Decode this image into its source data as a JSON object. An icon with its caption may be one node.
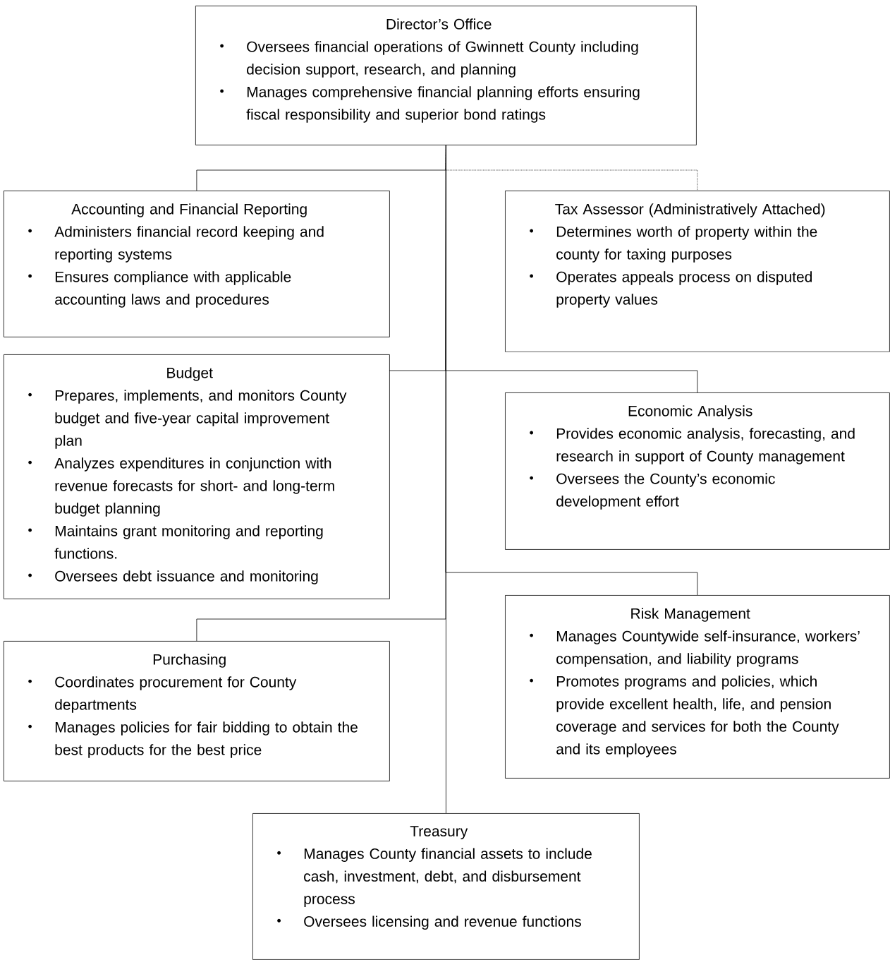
{
  "diagram": {
    "nodes": [
      {
        "text": [
          "Director’s Office",
          "Oversees financial operations of Gwinnett County including decision support, research, and planning",
          "Manages comprehensive financial planning efforts ensuring fiscal responsibility and superior bond ratings"
        ]
      },
      {
        "text": [
          "Accounting and Financial Reporting",
          "Administers financial record keeping and reporting systems",
          "Ensures compliance with applicable accounting laws and procedures"
        ]
      },
      {
        "text": [
          "Tax Assessor (Administratively Attached)",
          "Determines worth of property within the county for taxing purposes",
          "Operates appeals process on disputed property values"
        ]
      },
      {
        "text": [
          "Budget",
          "Prepares, implements, and monitors County budget and five-year capital improvement plan",
          "Analyzes expenditures in conjunction with revenue forecasts for short- and long-term budget planning",
          "Maintains grant monitoring and reporting functions.",
          "Oversees debt issuance and monitoring"
        ]
      },
      {
        "text": [
          "Economic Analysis",
          "Provides economic analysis, forecasting, and research in support of County management",
          "Oversees the County’s economic development effort"
        ]
      },
      {
        "text": [
          "Risk Management",
          "Manages Countywide self-insurance, workers’ compensation, and liability programs",
          "Promotes programs and policies, which provide excellent health, life, and pension coverage and services for both the County and its employees"
        ]
      },
      {
        "text": [
          "Purchasing",
          "Coordinates procurement for County departments",
          "Manages policies for fair bidding to obtain the best products for the best price"
        ]
      },
      {
        "text": [
          "Treasury",
          "Manages County financial assets to include cash, investment, debt, and disbursement process",
          "Oversees licensing and revenue functions"
        ]
      }
    ],
    "edges": [
      {
        "from": 0,
        "to": 1,
        "arrow": "none"
      },
      {
        "from": 0,
        "to": 2,
        "arrow": "none",
        "style": "dashed"
      },
      {
        "from": 0,
        "to": 3,
        "arrow": "none"
      },
      {
        "from": 0,
        "to": 4,
        "arrow": "none"
      },
      {
        "from": 0,
        "to": 5,
        "arrow": "none"
      },
      {
        "from": 0,
        "to": 6,
        "arrow": "none"
      },
      {
        "from": 0,
        "to": 7,
        "arrow": "none"
      }
    ]
  }
}
